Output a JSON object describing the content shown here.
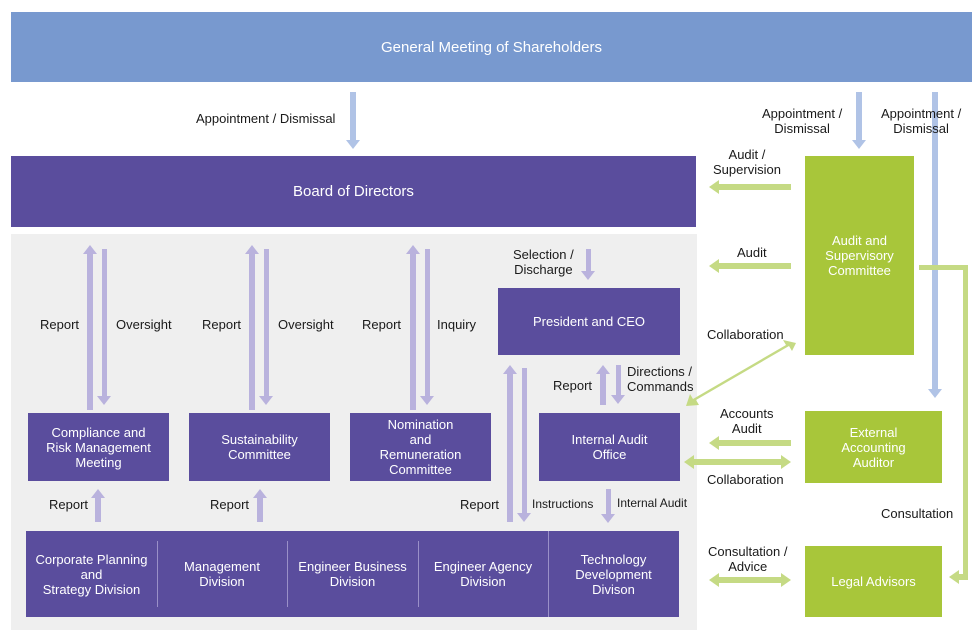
{
  "colors": {
    "shareholders": "#7899cf",
    "board_purple": "#5a4d9d",
    "green_box": "#a8c63a",
    "purple_arrow": "#b9b2dd",
    "blue_arrow": "#b0c3e6",
    "green_arrow": "#c5da84",
    "panel_gray": "#efefef"
  },
  "nodes": {
    "shareholders": "General Meeting of Shareholders",
    "board": "Board of Directors",
    "ceo": "President and CEO",
    "compliance": "Compliance and\nRisk Management\nMeeting",
    "sustainability": "Sustainability\nCommittee",
    "nomination": "Nomination\nand\nRemuneration\nCommittee",
    "internal_audit": "Internal Audit\nOffice",
    "audit_committee": "Audit and\nSupervisory\nCommittee",
    "external_auditor": "External\nAccounting\nAuditor",
    "legal": "Legal Advisors",
    "divisions": [
      "Corporate Planning\nand\nStrategy Division",
      "Management\nDivision",
      "Engineer Business\nDivision",
      "Engineer Agency\nDivision",
      "Technology\nDevelopment\nDivison"
    ]
  },
  "labels": {
    "appt_board": "Appointment / Dismissal",
    "appt_audit_committee": "Appointment /\nDismissal",
    "appt_external": "Appointment /\nDismissal",
    "audit_supervision": "Audit /\nSupervision",
    "audit": "Audit",
    "collaboration_diag": "Collaboration",
    "accounts_audit": "Accounts\nAudit",
    "collaboration_horiz": "Collaboration",
    "consultation": "Consultation",
    "consultation_advice": "Consultation /\nAdvice",
    "selection": "Selection /\nDischarge",
    "report": "Report",
    "oversight": "Oversight",
    "inquiry": "Inquiry",
    "directions": "Directions /\nCommands",
    "instructions": "Instructions",
    "internal_audit": "Internal Audit"
  }
}
